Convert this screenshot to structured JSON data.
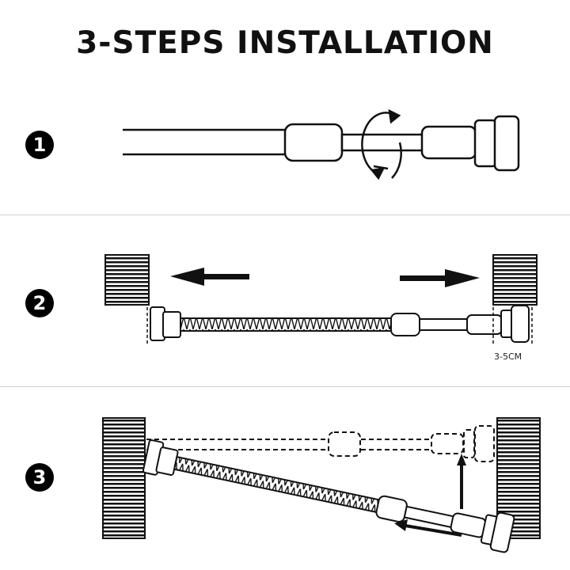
{
  "title": "3-STEPS INSTALLATION",
  "steps": [
    {
      "number": "1"
    },
    {
      "number": "2",
      "gap_label": "3-5CM"
    },
    {
      "number": "3"
    }
  ]
}
